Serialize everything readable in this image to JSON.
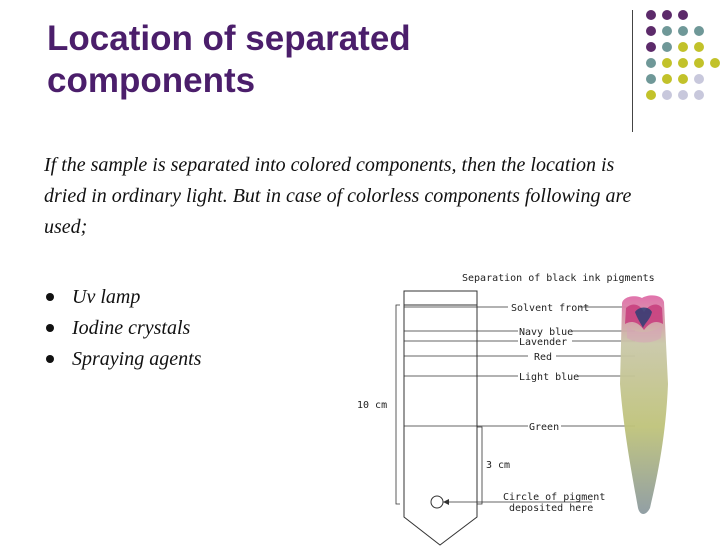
{
  "slide": {
    "title": "Location of separated components",
    "body": "If the sample is separated into colored components, then the location is dried in ordinary light. But in case of colorless components following are used;",
    "bullets": [
      "Uv lamp",
      "Iodine crystals",
      "Spraying agents"
    ]
  },
  "figure": {
    "heading": "Separation of black ink pigments",
    "labels": {
      "solvent_front": "Solvent front",
      "navy_blue": "Navy blue",
      "lavender": "Lavender",
      "red": "Red",
      "light_blue": "Light blue",
      "green": "Green",
      "pigment_line1": "Circle of pigment",
      "pigment_line2": "deposited here"
    },
    "dim_10cm": "10 cm",
    "dim_3cm": "3 cm"
  },
  "theme": {
    "title_color": "#4b1e6b",
    "dot_colors": {
      "purple": "#5c2a6a",
      "teal": "#6f9898",
      "olive": "#c2c22a",
      "lilac": "#c8c8dc"
    }
  }
}
